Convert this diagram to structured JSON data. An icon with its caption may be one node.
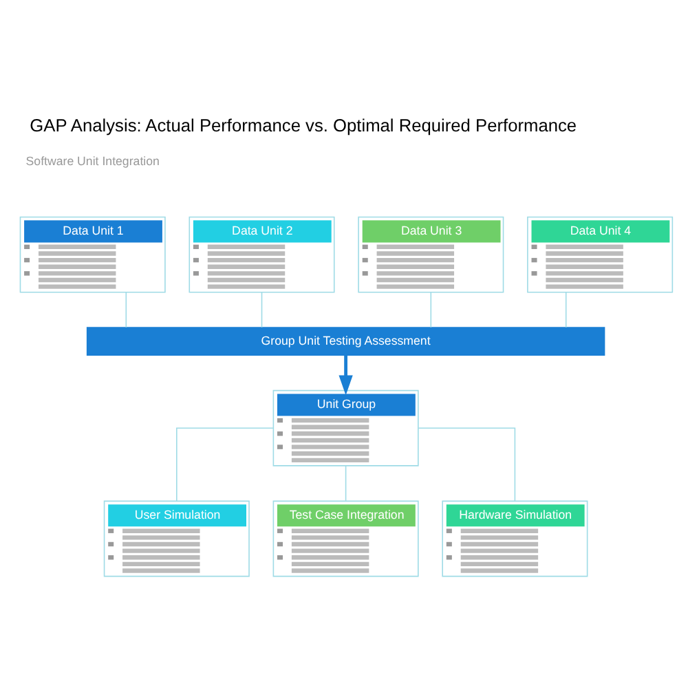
{
  "diagram": {
    "title": "GAP Analysis: Actual Performance vs. Optimal Required Performance",
    "nodes": [
      {
        "text": [
          "Data Unit 1"
        ]
      },
      {
        "text": [
          "Data Unit 2"
        ]
      },
      {
        "text": [
          "Data Unit 3"
        ]
      },
      {
        "text": [
          "Data Unit 4"
        ]
      },
      {
        "text": [
          "Group Unit Testing Assessment"
        ]
      },
      {
        "text": [
          "Unit Group"
        ]
      },
      {
        "text": [
          "User Simulation"
        ]
      },
      {
        "text": [
          "Test Case Integration"
        ]
      },
      {
        "text": [
          "Hardware Simulation"
        ]
      }
    ],
    "edges": [
      {
        "from": 0,
        "to": 4,
        "arrow": "none"
      },
      {
        "from": 1,
        "to": 4,
        "arrow": "none"
      },
      {
        "from": 2,
        "to": 4,
        "arrow": "none"
      },
      {
        "from": 3,
        "to": 4,
        "arrow": "none"
      },
      {
        "from": 4,
        "to": 5,
        "arrow": "to",
        "style": "thick",
        "color": "#1a7fd4"
      },
      {
        "from": 5,
        "to": 6,
        "arrow": "none"
      },
      {
        "from": 5,
        "to": 7,
        "arrow": "none"
      },
      {
        "from": 5,
        "to": 8,
        "arrow": "none"
      }
    ],
    "labels": [
      "Software Unit Integration"
    ]
  }
}
